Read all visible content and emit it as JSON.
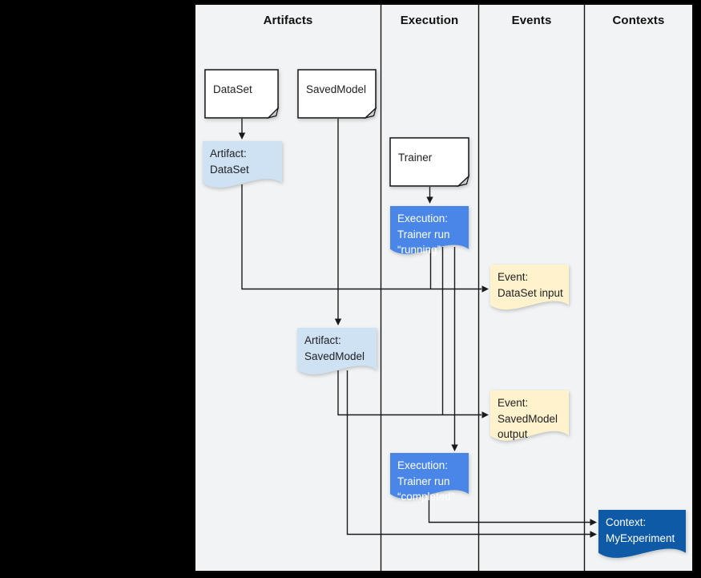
{
  "lanes": [
    {
      "label": "Artifacts"
    },
    {
      "label": "Execution"
    },
    {
      "label": "Events"
    },
    {
      "label": "Contexts"
    }
  ],
  "nodes": {
    "dataset": {
      "label": "DataSet",
      "shape": "note",
      "fill": "#ffffff",
      "lane": "Artifacts"
    },
    "savedmodel": {
      "label": "SavedModel",
      "shape": "note",
      "fill": "#ffffff",
      "lane": "Artifacts"
    },
    "trainer": {
      "label": "Trainer",
      "shape": "note",
      "fill": "#ffffff",
      "lane": "Execution"
    },
    "artifact_dataset": {
      "lines": [
        "Artifact:",
        "DataSet"
      ],
      "shape": "document",
      "fill": "#cfe2f3",
      "text_color": "#202124",
      "lane": "Artifacts"
    },
    "execution_running": {
      "lines": [
        "Execution:",
        "Trainer run",
        "“running”"
      ],
      "shape": "document",
      "fill": "#4a86e8",
      "text_color": "#ffffff",
      "lane": "Execution"
    },
    "event_dataset_input": {
      "lines": [
        "Event:",
        "DataSet input"
      ],
      "shape": "document",
      "fill": "#fff2cc",
      "text_color": "#202124",
      "lane": "Events"
    },
    "artifact_savedmodel": {
      "lines": [
        "Artifact:",
        "SavedModel"
      ],
      "shape": "document",
      "fill": "#cfe2f3",
      "text_color": "#202124",
      "lane": "Artifacts"
    },
    "event_savedmodel_output": {
      "lines": [
        "Event:",
        "SavedModel",
        "output"
      ],
      "shape": "document",
      "fill": "#fff2cc",
      "text_color": "#202124",
      "lane": "Events"
    },
    "execution_completed": {
      "lines": [
        "Execution:",
        "Trainer run",
        "“completed”"
      ],
      "shape": "document",
      "fill": "#4a86e8",
      "text_color": "#ffffff",
      "lane": "Execution"
    },
    "context_myexperiment": {
      "lines": [
        "Context:",
        "MyExperiment"
      ],
      "shape": "document",
      "fill": "#0e5aa7",
      "text_color": "#ffffff",
      "lane": "Contexts"
    }
  },
  "edges": [
    {
      "from": "DataSet",
      "to": "Artifact: DataSet"
    },
    {
      "from": "SavedModel",
      "to": "Artifact: SavedModel"
    },
    {
      "from": "Trainer",
      "to": "Execution: Trainer run “running”"
    },
    {
      "from": "Artifact: DataSet",
      "to": "Event: DataSet input"
    },
    {
      "from": "Execution: Trainer run “running”",
      "to": "Event: DataSet input"
    },
    {
      "from": "Execution: Trainer run “running”",
      "to": "Event: SavedModel output"
    },
    {
      "from": "Execution: Trainer run “running”",
      "to": "Execution: Trainer run “completed”"
    },
    {
      "from": "Artifact: SavedModel",
      "to": "Event: SavedModel output"
    },
    {
      "from": "Artifact: SavedModel",
      "to": "Context: MyExperiment"
    },
    {
      "from": "Execution: Trainer run “completed”",
      "to": "Context: MyExperiment"
    }
  ],
  "styles": {
    "canvas_bg": "#000000",
    "panel_bg": "#f1f3f4",
    "line_color": "#1a1a1a",
    "note_fill": "#ffffff",
    "note_fold_fill": "#c9cdd1"
  }
}
